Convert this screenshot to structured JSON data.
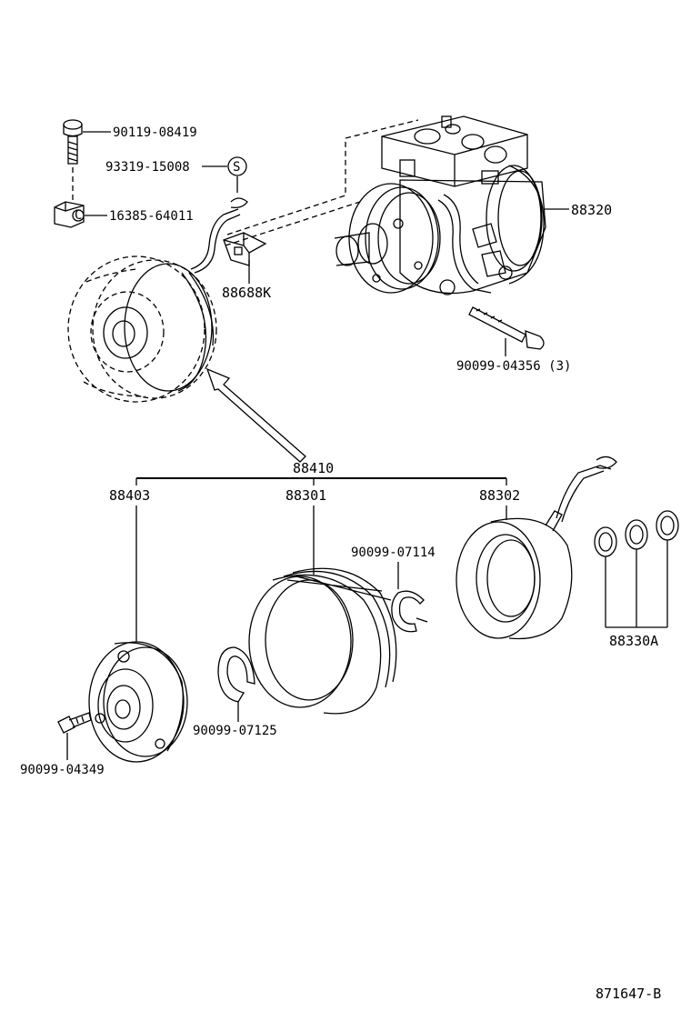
{
  "parts": {
    "bolt_top": "90119-08419",
    "clip_s": "93319-15008",
    "nut_c": "16385-64011",
    "bracket": "88688K",
    "compressor": "88320",
    "long_bolt": "90099-04356 (3)",
    "clutch_assy": "88410",
    "pressure_plate": "88403",
    "pulley": "88301",
    "stator": "88302",
    "snap_ring_small": "90099-07114",
    "snap_ring_pulley": "90099-07125",
    "plate_bolt": "90099-04349",
    "shims": "88330A"
  },
  "symbols": {
    "s_mark": "S",
    "c_mark": "C"
  },
  "diagram_id": "871647-B"
}
